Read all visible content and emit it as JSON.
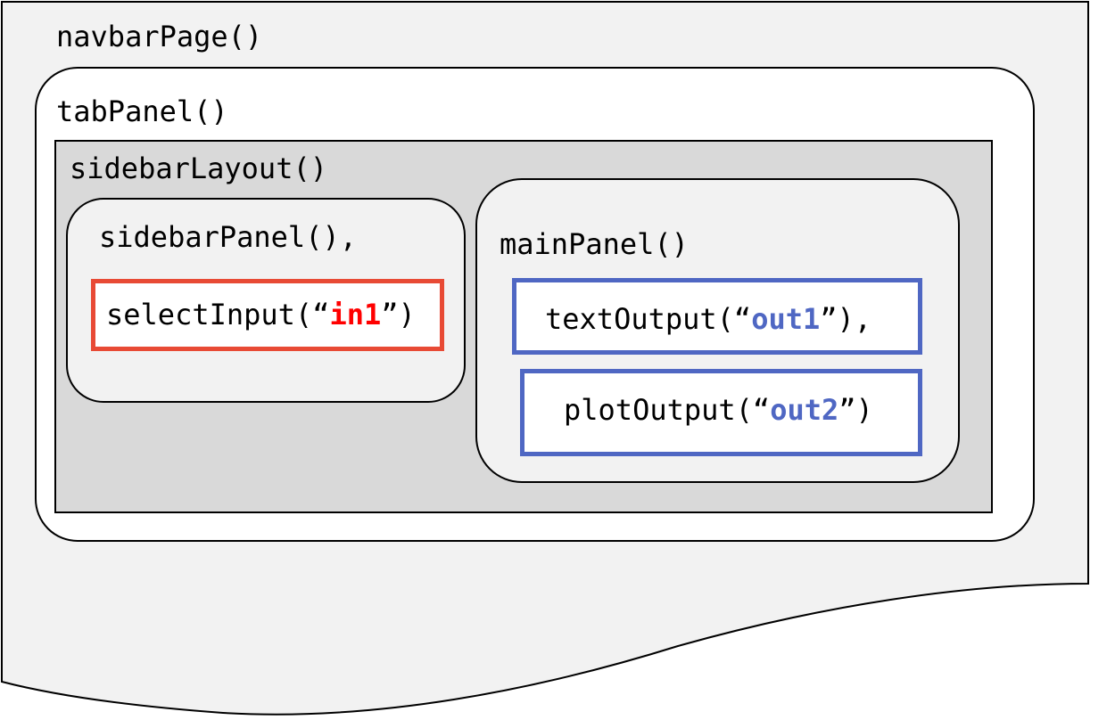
{
  "diagram": {
    "navbar_page": {
      "label": "navbarPage()"
    },
    "tab_panel": {
      "label": "tabPanel()"
    },
    "sidebar_layout": {
      "label": "sidebarLayout()"
    },
    "sidebar_panel": {
      "label": "sidebarPanel(),",
      "select_input": {
        "prefix": "selectInput(“",
        "id": "in1",
        "suffix": "”)"
      }
    },
    "main_panel": {
      "label": "mainPanel()",
      "text_output": {
        "prefix": "textOutput(“",
        "id": "out1",
        "suffix": "”),"
      },
      "plot_output": {
        "prefix": "plotOutput(“",
        "id": "out2",
        "suffix": "”)"
      }
    }
  },
  "colors": {
    "page_fill": "#f2f2f2",
    "layout_fill": "#d9d9d9",
    "input_accent": "#e84a35",
    "input_id_text": "#ff0000",
    "output_accent": "#4f67c3"
  }
}
